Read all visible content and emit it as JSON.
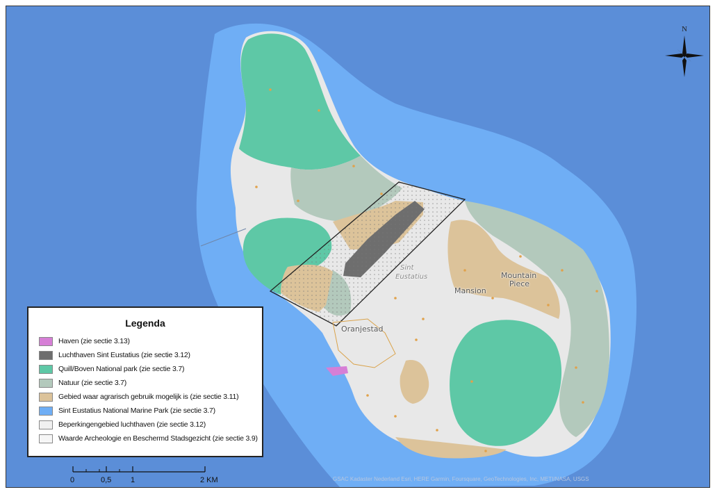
{
  "map": {
    "places": {
      "oranjestad": "Oranjestad",
      "mansion": "Mansion",
      "mountain": "Mountain",
      "piece": "Piece",
      "sint": "Sint",
      "eustatius": "Eustatius"
    },
    "north_label": "N",
    "attribution": "GSAC Kadaster Nederland Esri, HERE Garmin, Foursquare, GeoTechnologies, Inc, METI/NASA, USGS",
    "colors": {
      "sea_outer": "#5b8ed8",
      "marine_park": "#6faef5",
      "haven": "#d67fd6",
      "luchthaven": "#6e6e6e",
      "national_park": "#5ec8a6",
      "natuur": "#b3c9bc",
      "agrarisch": "#dcc39a",
      "beperking": "#f0f0f0",
      "archeologie": "#e6e6e6"
    }
  },
  "legend": {
    "title": "Legenda",
    "items": [
      {
        "label": "Haven (zie sectie 3.13)",
        "color": "#d67fd6"
      },
      {
        "label": "Luchthaven Sint Eustatius (zie sectie 3.12)",
        "color": "#6e6e6e"
      },
      {
        "label": "Quill/Boven National park (zie sectie 3.7)",
        "color": "#5ec8a6"
      },
      {
        "label": "Natuur (zie sectie 3.7)",
        "color": "#b3c9bc"
      },
      {
        "label": "Gebied waar agrarisch gebruik mogelijk is (zie sectie 3.11)",
        "color": "#dcc39a"
      },
      {
        "label": "Sint Eustatius National Marine Park (zie sectie 3.7)",
        "color": "#6faef5"
      },
      {
        "label": "Beperkingengebied luchthaven (zie sectie 3.12)",
        "color": "#f0f0f0"
      },
      {
        "label": "Waarde Archeologie en Beschermd Stadsgezicht (zie sectie 3.9)",
        "color": "#f6f6f6"
      }
    ]
  },
  "scalebar": {
    "labels": [
      "0",
      "0,5",
      "1",
      "2 KM"
    ]
  }
}
